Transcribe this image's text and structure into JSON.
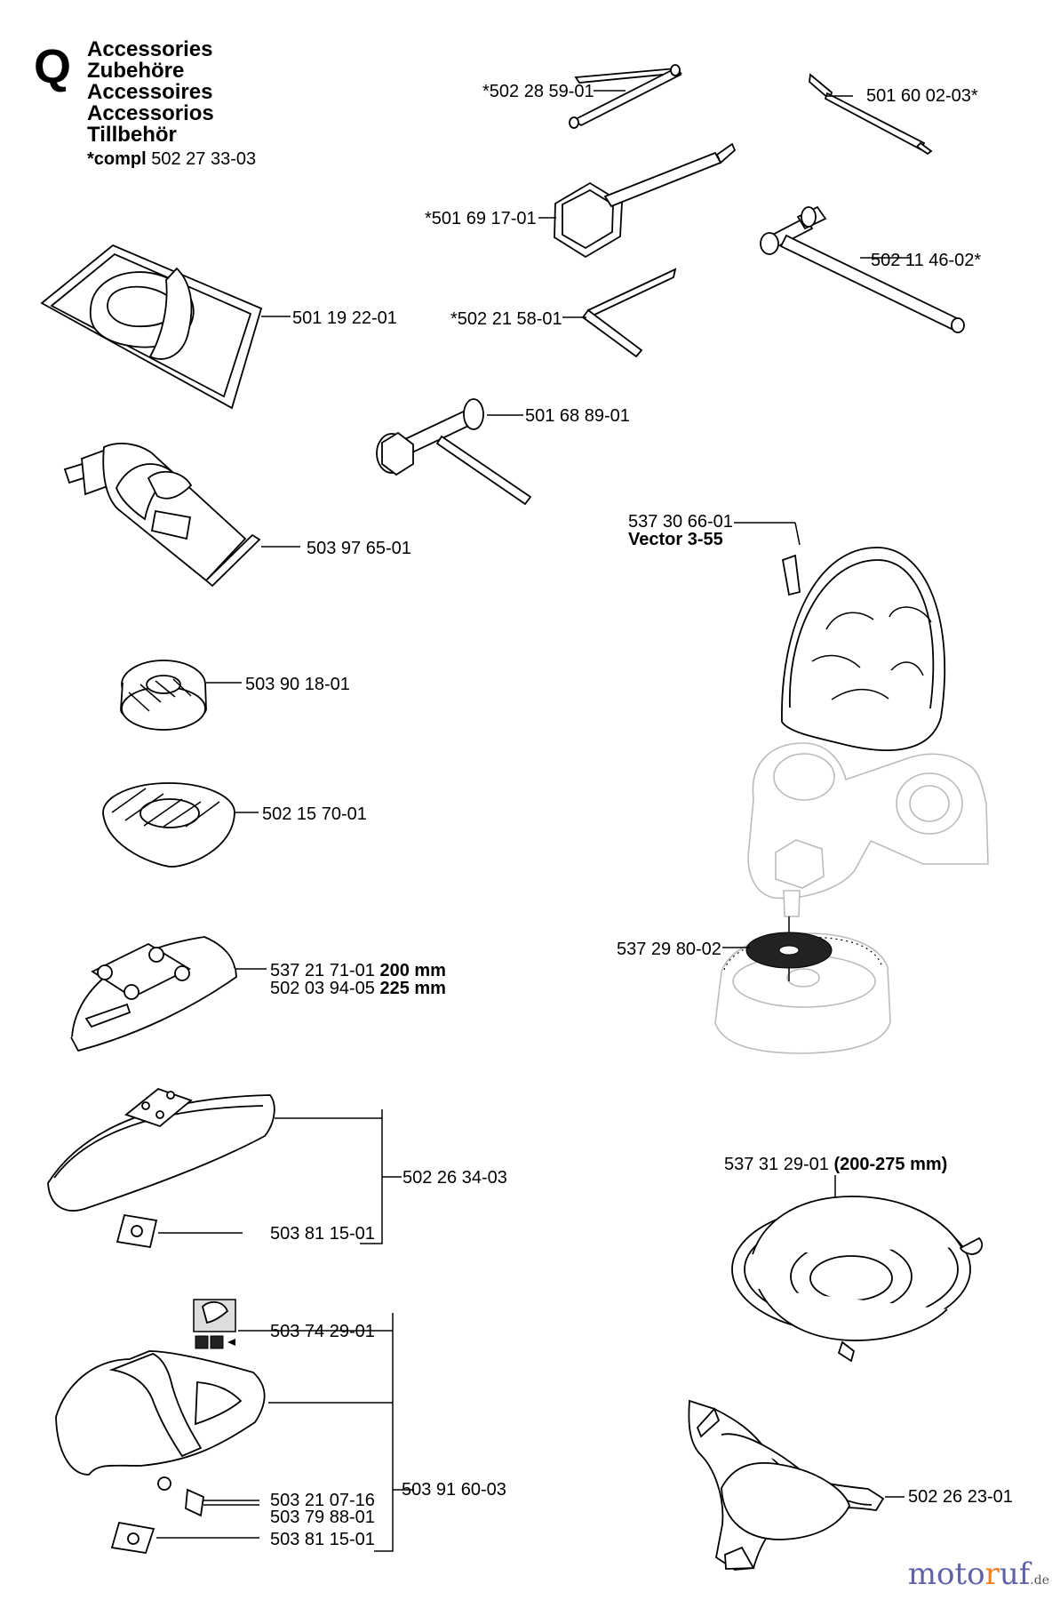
{
  "section": {
    "letter": "Q",
    "titles": [
      "Accessories",
      "Zubehöre",
      "Accessoires",
      "Accessorios",
      "Tillbehör"
    ],
    "compl_label": "*compl",
    "compl_number": "502 27 33-03"
  },
  "labels": {
    "p1": "*502 28 59-01",
    "p2": "501 60 02-03*",
    "p3": "*501 69 17-01",
    "p4": "502 11 46-02*",
    "p5": "501 19 22-01",
    "p6": "*502 21 58-01",
    "p7": "501 68 89-01",
    "p8": "503 97 65-01",
    "p9_number": "537 30 66-01",
    "p9_model": "Vector 3-55",
    "p10": "503 90 18-01",
    "p11": "502 15 70-01",
    "p12": "537 29 80-02",
    "p13_number": "537 21 71-01",
    "p13_size": "200 mm",
    "p14_number": "502 03 94-05",
    "p14_size": "225 mm",
    "p15": "502 26 34-03",
    "p16": "503 81 15-01",
    "p17_number": "537 31 29-01",
    "p17_size": "(200-275 mm)",
    "p18": "503 74 29-01",
    "p19": "503 21 07-16",
    "p20": "503 79 88-01",
    "p21": "503 91 60-03",
    "p22": "503 81 15-01",
    "p23": "502 26 23-01"
  },
  "brand": {
    "main": "motoruf",
    "suffix": ".de"
  }
}
